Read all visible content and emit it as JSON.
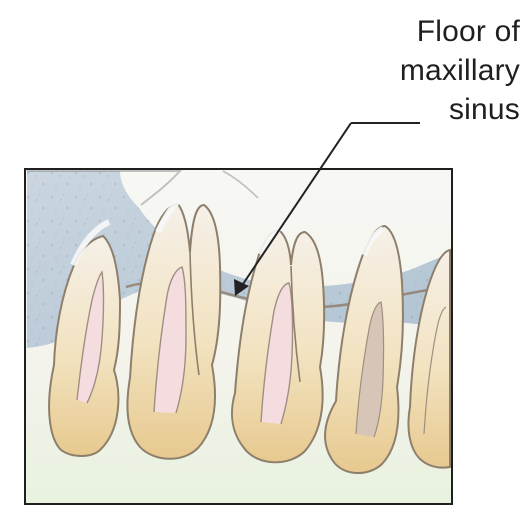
{
  "annotation": {
    "line1": "Floor of",
    "line2": "maxillary",
    "line3": "sinus"
  },
  "colors": {
    "border": "#1f1f1f",
    "bone": "#e9d9b1",
    "sinus_blue": "#b8c7d5",
    "tooth_outline": "#8e7d63",
    "pulp_pink": "#f4d7da",
    "background": "#f4f8ef"
  }
}
